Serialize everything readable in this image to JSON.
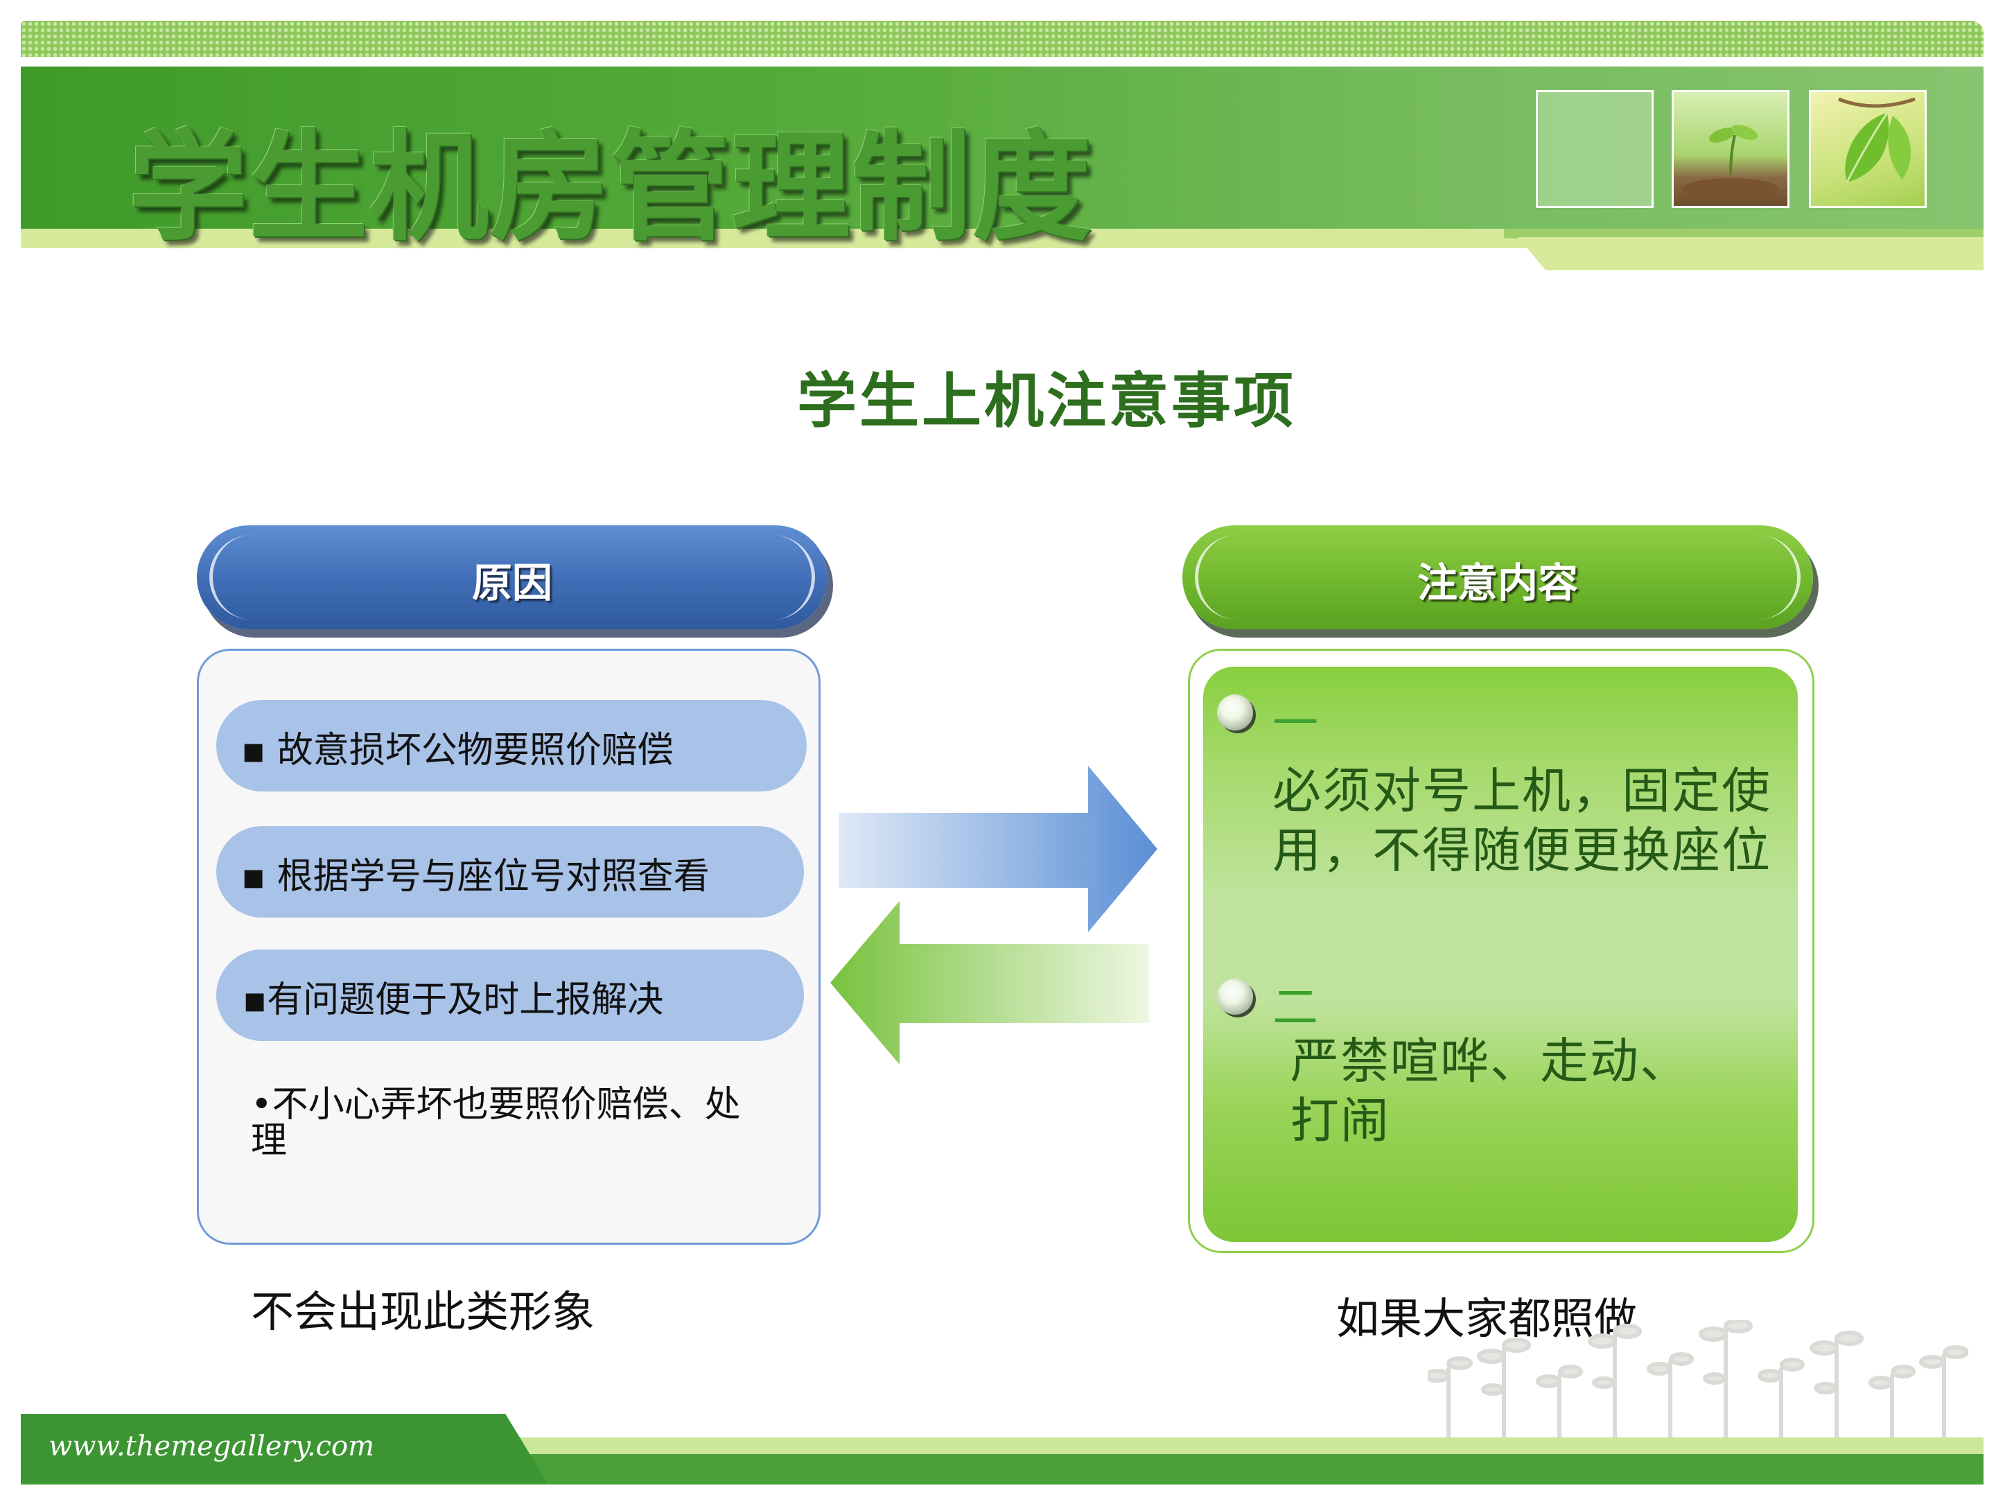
{
  "slide": {
    "title": "学生机房管理制度",
    "subtitle": "学生上机注意事项"
  },
  "left_column": {
    "header": "原因",
    "items": [
      "▪ 故意损坏公物要照价赔偿",
      "▪ 根据学号与座位号对照查看",
      "▪有问题便于及时上报解决"
    ],
    "extra_line_1": "•不小心弄坏也要照价赔偿、处",
    "extra_line_2": "理",
    "caption": "不会出现此类形象"
  },
  "right_column": {
    "header": "注意内容",
    "rules": [
      {
        "number": "一",
        "line_1": "必须对号上机，固定使",
        "line_2": "用，不得随便更换座位"
      },
      {
        "number": "二",
        "line_1": "严禁喧哗、走动、",
        "line_2": "打闹"
      }
    ],
    "caption": "如果大家都照做"
  },
  "footer": {
    "url": "www.themegallery.com"
  },
  "colors": {
    "header_green": "#4b9b33",
    "title_green": "#2d6f1e",
    "blue_pill": "#3f6cb4",
    "green_pill": "#6db52c",
    "reason_bar": "#a8c2e8",
    "rule_text": "#245a16",
    "number_text": "#3aa12e"
  },
  "icons": {
    "thumbnails": [
      "blank-thumbnail",
      "seedling-thumbnail",
      "leaf-thumbnail"
    ],
    "arrows": [
      "arrow-right-icon",
      "arrow-left-icon"
    ],
    "bullets": "sphere-bullet-icon",
    "decoration": "sprouts-decoration"
  }
}
